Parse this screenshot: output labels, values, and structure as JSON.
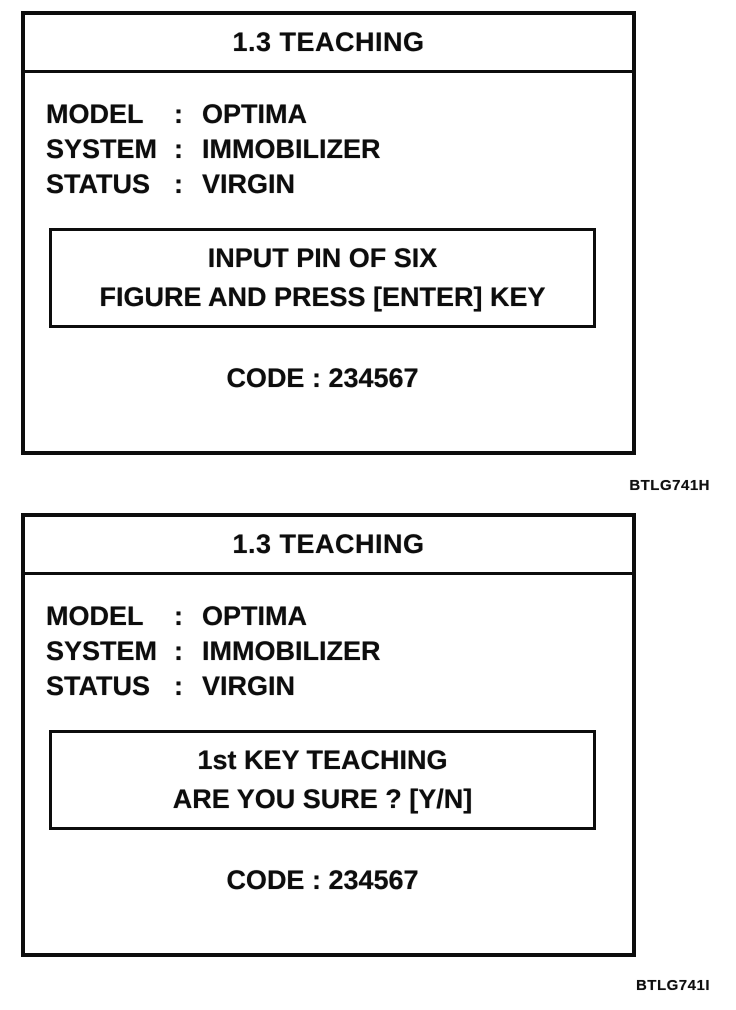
{
  "colors": {
    "paper": "#ffffff",
    "ink": "#0d0d0d"
  },
  "screens": [
    {
      "title": "1.3 TEACHING",
      "fields": [
        {
          "label": "MODEL",
          "colon": ":",
          "value": "OPTIMA"
        },
        {
          "label": "SYSTEM",
          "colon": ":",
          "value": "IMMOBILIZER"
        },
        {
          "label": "STATUS",
          "colon": ":",
          "value": "VIRGIN"
        }
      ],
      "message_lines": [
        "INPUT PIN OF SIX",
        "FIGURE AND PRESS [ENTER] KEY"
      ],
      "code": "CODE : 234567",
      "figure_id": "BTLG741H"
    },
    {
      "title": "1.3 TEACHING",
      "fields": [
        {
          "label": "MODEL",
          "colon": ":",
          "value": "OPTIMA"
        },
        {
          "label": "SYSTEM",
          "colon": ":",
          "value": "IMMOBILIZER"
        },
        {
          "label": "STATUS",
          "colon": ":",
          "value": "VIRGIN"
        }
      ],
      "message_lines": [
        "1st KEY TEACHING",
        "ARE YOU SURE ? [Y/N]"
      ],
      "code": "CODE : 234567",
      "figure_id": "BTLG741I"
    }
  ]
}
